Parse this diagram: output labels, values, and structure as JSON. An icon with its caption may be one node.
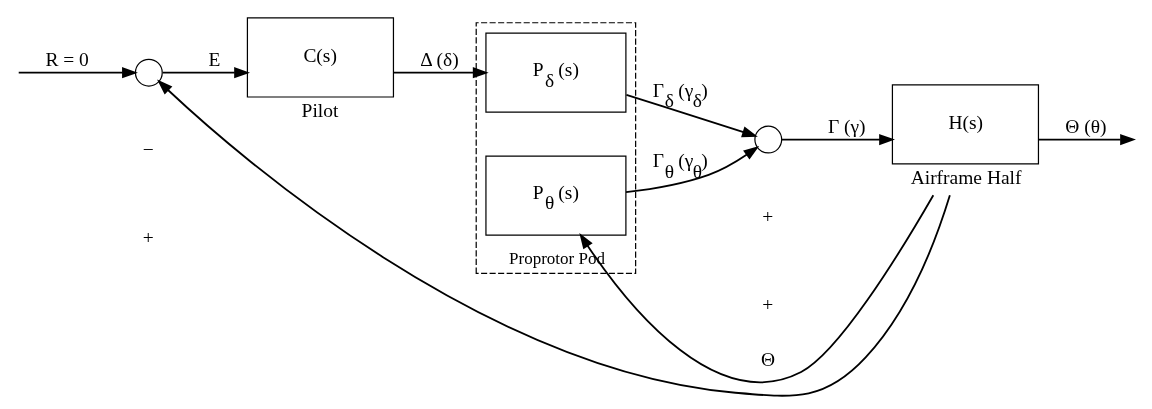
{
  "diagram": {
    "nodes": [
      {
        "text": [],
        "shape": "circle"
      },
      {
        "text": [
          "C(s)"
        ],
        "beside": [
          "Pilot"
        ]
      },
      {
        "text": [
          "Proprotor Pod"
        ]
      },
      {
        "text": [
          "P$_{δ}$ (s)"
        ],
        "in": 2
      },
      {
        "text": [
          "P$_{θ}$ (s)"
        ],
        "in": 2
      },
      {
        "text": [],
        "shape": "circle"
      },
      {
        "text": [
          "H(s)"
        ],
        "beside": [
          "Airframe Half"
        ]
      }
    ],
    "edges": [
      {
        "from": null,
        "to": 0,
        "arrow": "to",
        "label": "R = 0"
      },
      {
        "from": 0,
        "to": 1,
        "arrow": "to",
        "label": "E"
      },
      {
        "from": 1,
        "to": 3,
        "arrow": "to",
        "label": "Δ (δ)"
      },
      {
        "from": 3,
        "to": 5,
        "arrow": "to",
        "label": "Γ$_{δ}$ (γ$_{δ}$)"
      },
      {
        "from": 4,
        "to": 5,
        "arrow": "to",
        "label": "Γ$_{θ}$ (γ$_{θ}$)"
      },
      {
        "from": 5,
        "to": 6,
        "arrow": "to",
        "label": "Γ (γ)"
      },
      {
        "from": 6,
        "to": null,
        "arrow": "to",
        "label": "Θ (θ)"
      },
      {
        "from": 6,
        "to": 0,
        "arrow": "to"
      },
      {
        "from": 6,
        "to": 4,
        "arrow": "to",
        "label": "Θ"
      }
    ],
    "labels": [
      "+",
      "−",
      "+",
      "+"
    ]
  }
}
